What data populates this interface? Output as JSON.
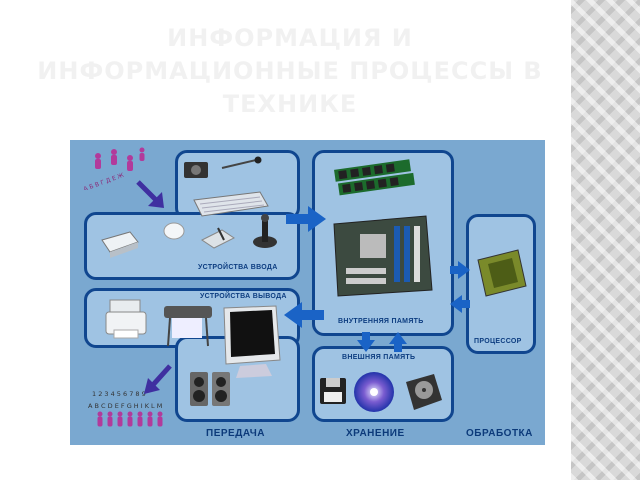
{
  "title": "ИНФОРМАЦИЯ И ИНФОРМАЦИОННЫЕ ПРОЦЕССЫ В ТЕХНИКЕ",
  "diagram": {
    "input_label": "УСТРОЙСТВА ВВОДА",
    "output_label": "УСТРОЙСТВА ВЫВОДА",
    "internal_memory_label": "ВНУТРЕННЯЯ  ПАМЯТЬ",
    "external_memory_label": "ВНЕШНЯЯ  ПАМЯТЬ",
    "processor_label": "ПРОЦЕССОР",
    "bottom_labels": {
      "transfer": "ПЕРЕДАЧА",
      "storage": "ХРАНЕНИЕ",
      "processing": "ОБРАБОТКА"
    },
    "numbers_row": "1 2 3 4 5 6 7 8 9",
    "letters_row": "A B C D E F G H I K L M",
    "scatter_letters": "А Б В Г Д Е Ж"
  },
  "colors": {
    "panel": "#7aa8d0",
    "box_fill": "#9fc3e3",
    "box_border": "#10468f",
    "arrow": "#1a63c6",
    "label": "#0d3d80",
    "people": "#b23a9b"
  }
}
